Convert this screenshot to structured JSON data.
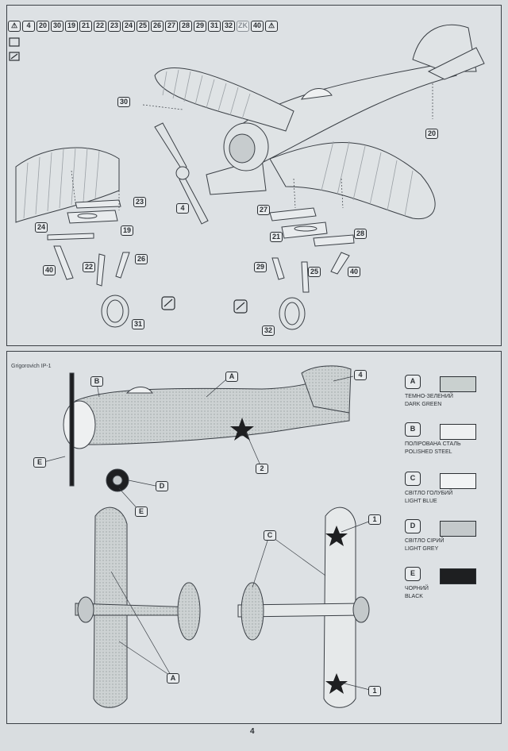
{
  "steps": [
    "⚠",
    "4",
    "20",
    "30",
    "19",
    "21",
    "22",
    "23",
    "24",
    "25",
    "26",
    "27",
    "28",
    "29",
    "31",
    "32",
    "ZK",
    "40",
    "⚠"
  ],
  "top_labels": {
    "l30": "30",
    "l20": "20",
    "l4": "4",
    "l23": "23",
    "l24": "24",
    "l19": "19",
    "l22": "22",
    "l26": "26",
    "l40a": "40",
    "l31": "31",
    "l27": "27",
    "l21": "21",
    "l28": "28",
    "l29": "29",
    "l25": "25",
    "l40b": "40",
    "l32": "32"
  },
  "title": "Grigorovich IP-1",
  "callouts": {
    "A": "A",
    "B": "B",
    "C": "C",
    "D": "D",
    "E": "E",
    "n1": "1",
    "n2": "2",
    "n4": "4"
  },
  "legend": [
    {
      "key": "A",
      "ua": "ТЕМНО-ЗЕЛЕНИЙ",
      "en": "DARK GREEN",
      "color": "#c9d0cf"
    },
    {
      "key": "B",
      "ua": "ПОЛІРОВАНА СТАЛЬ",
      "en": "POLISHED STEEL",
      "color": "#eef0f1"
    },
    {
      "key": "C",
      "ua": "СВІТЛО ГОЛУБИЙ",
      "en": "LIGHT BLUE",
      "color": "#f1f3f4"
    },
    {
      "key": "D",
      "ua": "СВІТЛО СІРИЙ",
      "en": "LIGHT GREY",
      "color": "#c4c9cb"
    },
    {
      "key": "E",
      "ua": "ЧОРНИЙ",
      "en": "BLACK",
      "color": "#1e1f21"
    }
  ],
  "page_number": "4"
}
